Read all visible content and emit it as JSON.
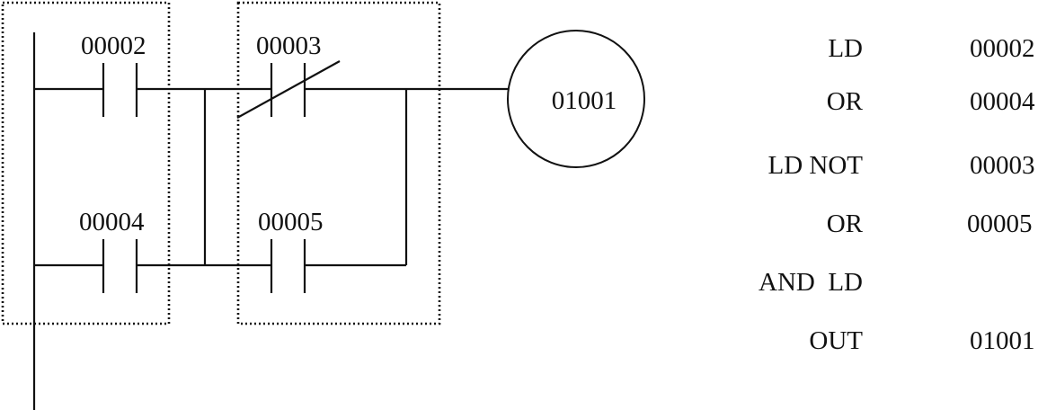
{
  "diagram": {
    "contacts": {
      "c00002": {
        "label": "00002",
        "type": "normally-open"
      },
      "c00004": {
        "label": "00004",
        "type": "normally-open"
      },
      "c00003": {
        "label": "00003",
        "type": "normally-closed"
      },
      "c00005": {
        "label": "00005",
        "type": "normally-open"
      }
    },
    "coil": {
      "label": "01001"
    }
  },
  "instructions": [
    {
      "op": "LD",
      "operand": "00002"
    },
    {
      "op": "OR",
      "operand": "00004"
    },
    {
      "op": "LD NOT",
      "operand": "00003"
    },
    {
      "op": "OR",
      "operand": "00005"
    },
    {
      "op": "AND  LD",
      "operand": ""
    },
    {
      "op": "OUT",
      "operand": "01001"
    }
  ]
}
